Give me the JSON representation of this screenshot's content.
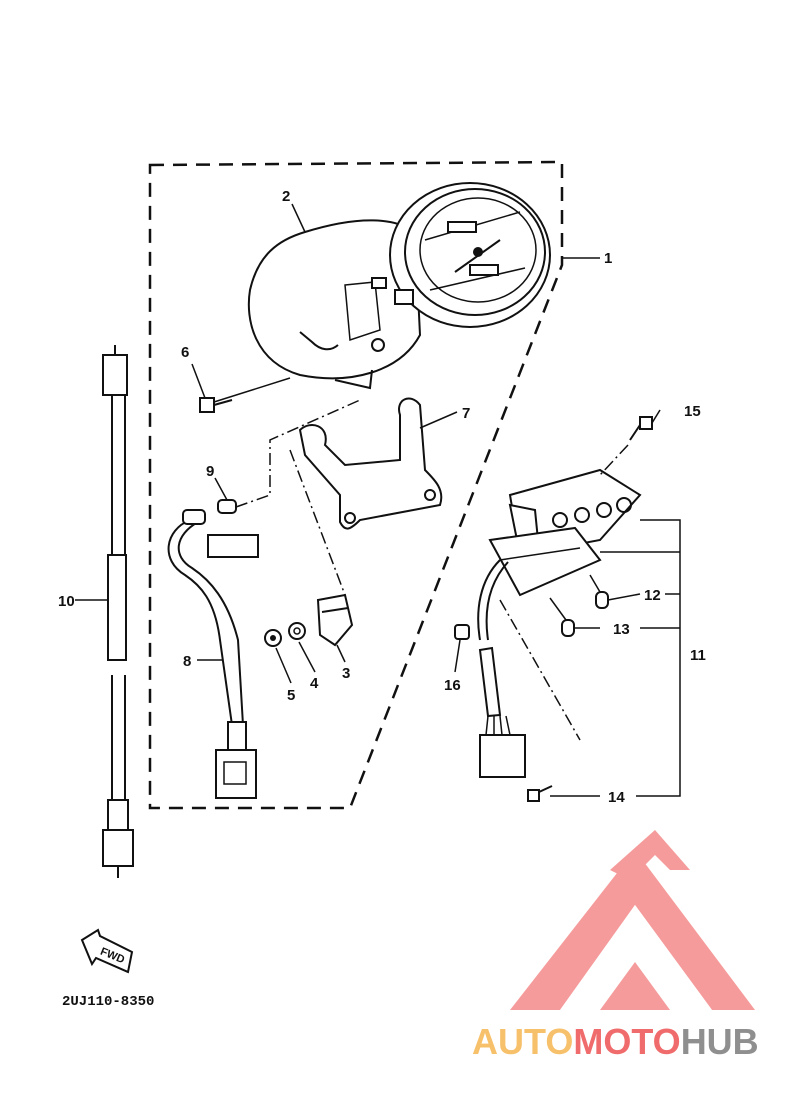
{
  "diagram": {
    "drawing_code": "2UJ110-8350",
    "fwd_label": "FWD",
    "callouts": [
      {
        "id": "1",
        "label": "1"
      },
      {
        "id": "2",
        "label": "2"
      },
      {
        "id": "3",
        "label": "3"
      },
      {
        "id": "4",
        "label": "4"
      },
      {
        "id": "5",
        "label": "5"
      },
      {
        "id": "6",
        "label": "6"
      },
      {
        "id": "7",
        "label": "7"
      },
      {
        "id": "8",
        "label": "8"
      },
      {
        "id": "9",
        "label": "9"
      },
      {
        "id": "10",
        "label": "10"
      },
      {
        "id": "11",
        "label": "11"
      },
      {
        "id": "12",
        "label": "12"
      },
      {
        "id": "13",
        "label": "13"
      },
      {
        "id": "14",
        "label": "14"
      },
      {
        "id": "15",
        "label": "15"
      },
      {
        "id": "16",
        "label": "16"
      }
    ]
  },
  "watermark": {
    "brand_part1": "AUTO",
    "brand_part2": "MOTO",
    "brand_part3": "HUB",
    "colors": {
      "auto": "#f7c06a",
      "moto": "#f06b6b",
      "hub": "#8f8f8f",
      "logo": "#f48a8a"
    }
  }
}
